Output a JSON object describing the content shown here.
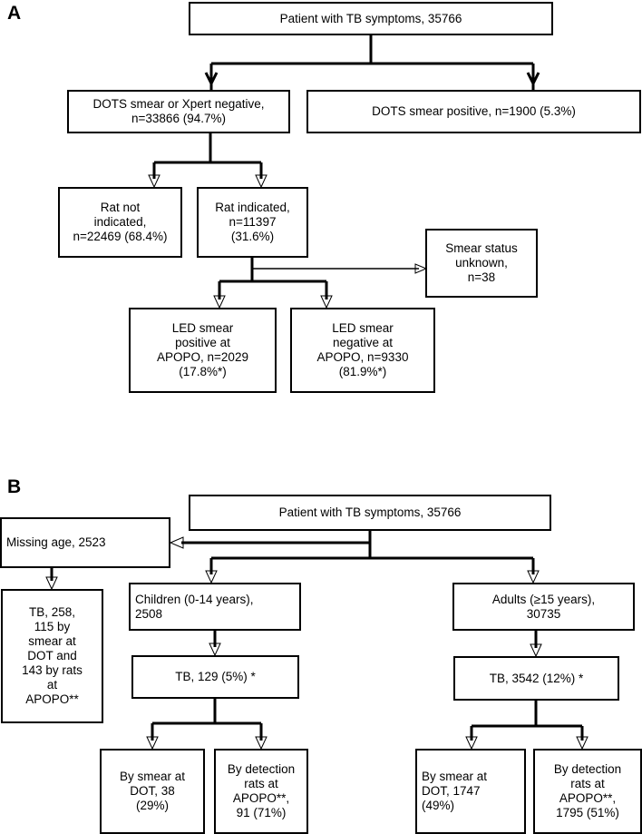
{
  "figure": {
    "type": "flowchart",
    "panels": [
      {
        "label": "A",
        "nodes": [
          {
            "id": "a-root",
            "text": "Patient with TB symptoms, 35766"
          },
          {
            "id": "a-neg",
            "text": "DOTS smear or Xpert negative,\nn=33866 (94.7%)"
          },
          {
            "id": "a-pos",
            "text": "DOTS smear positive, n=1900 (5.3%)"
          },
          {
            "id": "a-rat-no",
            "text": "Rat not\nindicated,\nn=22469 (68.4%)"
          },
          {
            "id": "a-rat-yes",
            "text": "Rat indicated,\nn=11397\n(31.6%)"
          },
          {
            "id": "a-unknown",
            "text": "Smear status\nunknown,\nn=38"
          },
          {
            "id": "a-led-pos",
            "text": "LED smear\npositive at\nAPOPO, n=2029\n(17.8%*)"
          },
          {
            "id": "a-led-neg",
            "text": "LED smear\nnegative at\nAPOPO, n=9330\n(81.9%*)"
          }
        ]
      },
      {
        "label": "B",
        "nodes": [
          {
            "id": "b-root",
            "text": "Patient with TB symptoms, 35766"
          },
          {
            "id": "b-missing",
            "text": "Missing age, 2523"
          },
          {
            "id": "b-missing-tb",
            "text": "TB, 258,\n115 by\nsmear at\nDOT and\n143 by rats\nat\nAPOPO**"
          },
          {
            "id": "b-children",
            "text": "Children (0-14 years),\n2508"
          },
          {
            "id": "b-adults",
            "text": "Adults (≥15 years),\n30735"
          },
          {
            "id": "b-child-tb",
            "text": "TB, 129 (5%) *"
          },
          {
            "id": "b-adult-tb",
            "text": "TB, 3542 (12%) *"
          },
          {
            "id": "b-child-smear",
            "text": "By smear at\nDOT, 38\n(29%)"
          },
          {
            "id": "b-child-rats",
            "text": "By detection\nrats at\nAPOPO**,\n91 (71%)"
          },
          {
            "id": "b-adult-smear",
            "text": "By smear at\nDOT, 1747\n(49%)"
          },
          {
            "id": "b-adult-rats",
            "text": "By detection\nrats at\nAPOPO**,\n1795 (51%)"
          }
        ]
      }
    ],
    "colors": {
      "line": "#000000",
      "box_fill": "#ffffff",
      "text": "#000000"
    }
  }
}
